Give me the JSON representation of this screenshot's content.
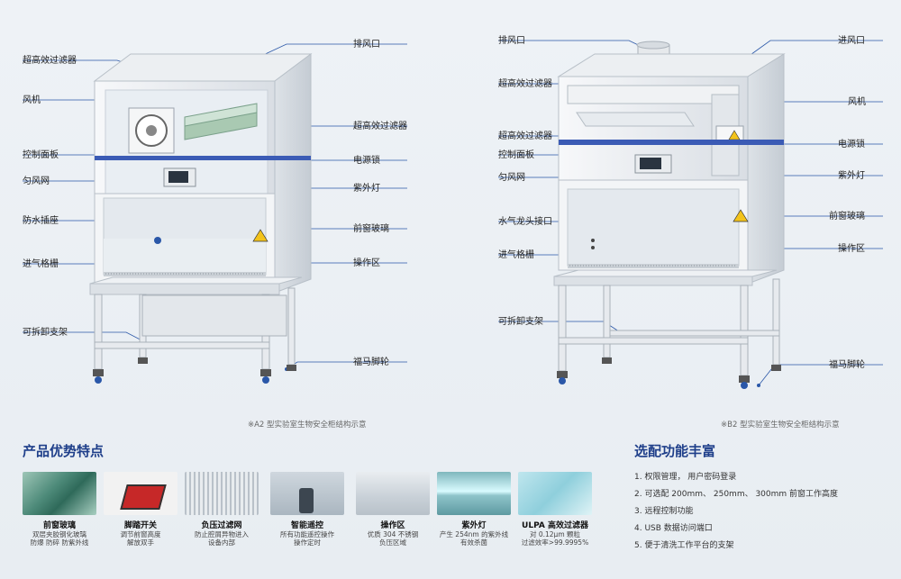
{
  "a2_labels": {
    "ulpa_top": "超高效过滤器",
    "fan": "风机",
    "control_panel": "控制面板",
    "diffuser": "匀风网",
    "waterproof_socket": "防水插座",
    "intake_grille": "进气格栅",
    "detachable_stand": "可拆卸支架",
    "exhaust": "排风口",
    "ulpa_mid": "超高效过滤器",
    "power_socket": "电源锁",
    "uv_lamp": "紫外灯",
    "front_glass": "前窗玻璃",
    "work_area": "操作区",
    "casters": "福马脚轮"
  },
  "b2_labels": {
    "exhaust": "排风口",
    "ulpa_top": "超高效过滤器",
    "ulpa_mid": "超高效过滤器",
    "control_panel": "控制面板",
    "diffuser": "匀风网",
    "water_gas_valve": "水气龙头接口",
    "intake_grille": "进气格栅",
    "detachable_stand": "可拆卸支架",
    "inlet": "进风口",
    "fan": "风机",
    "power_socket": "电源锁",
    "uv_lamp": "紫外灯",
    "front_glass": "前窗玻璃",
    "work_area": "操作区",
    "casters": "福马脚轮"
  },
  "captions": {
    "a2": "※A2 型实验室生物安全柜结构示意",
    "b2": "※B2 型实验室生物安全柜结构示意"
  },
  "advantages": {
    "title": "产品优势特点",
    "items": [
      {
        "name": "前窗玻璃",
        "desc1": "双层夹胶钢化玻璃",
        "desc2": "防爆 防碎 防紫外线"
      },
      {
        "name": "脚踏开关",
        "desc1": "调节前窗高度",
        "desc2": "解放双手"
      },
      {
        "name": "负压过滤网",
        "desc1": "防止腔屑异物进入",
        "desc2": "设备内部"
      },
      {
        "name": "智能遥控",
        "desc1": "所有功能遥控操作",
        "desc2": "操作定时"
      },
      {
        "name": "操作区",
        "desc1": "优质 304 不锈钢",
        "desc2": "负压区域"
      },
      {
        "name": "紫外灯",
        "desc1": "产生 254nm 的紫外线",
        "desc2": "有效杀菌"
      },
      {
        "name": "ULPA 高效过滤器",
        "desc1": "对 0.12μm 颗粒",
        "desc2": "过滤效率>99.9995%"
      }
    ]
  },
  "options": {
    "title": "选配功能丰富",
    "items": [
      "1. 权限管理，  用户密码登录",
      "2. 可选配 200mm、  250mm、  300mm 前窗工作高度",
      "3. 远程控制功能",
      "4. USB 数据访问端口",
      "5. 便于清洗工作平台的支架"
    ]
  },
  "colors": {
    "accent": "#1f3f8a",
    "stripe": "#3b5bb5",
    "leader": "#2a57a8"
  }
}
